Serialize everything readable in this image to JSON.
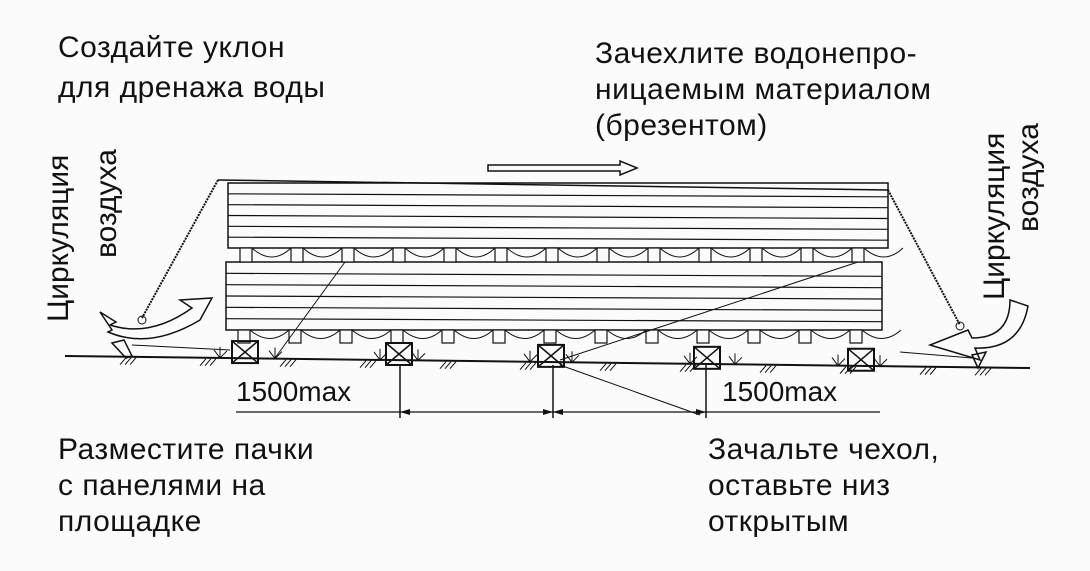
{
  "labels": {
    "slope": [
      "Создайте уклон",
      "для дренажа воды"
    ],
    "cover": [
      "Зачехлите водонепро-",
      "ницаемым материалом",
      "(брезентом)"
    ],
    "place": [
      "Разместите пачки",
      "с панелями на",
      "площадке"
    ],
    "tie": [
      "Зачальте чехол,",
      "оставьте низ",
      "открытым"
    ],
    "air_left": [
      "Циркуляция",
      "воздуха"
    ],
    "air_right": [
      "Циркуляция",
      "воздуха"
    ],
    "dimension_left": "1500max",
    "dimension_right": "1500max"
  },
  "colors": {
    "ink": "#111111",
    "background": "#fbfbfb"
  }
}
